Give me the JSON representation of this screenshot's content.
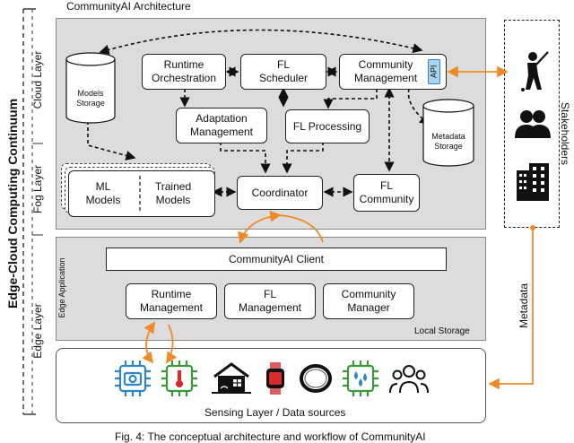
{
  "continuum_label": "Edge-Cloud Computing Continuum",
  "architecture_title": "CommunityAI Architecture",
  "layers": {
    "cloud": "Cloud Layer",
    "fog": "Fog Layer",
    "edge": "Edge Layer"
  },
  "edge_application_label": "Edge Application",
  "local_storage_label": "Local Storage",
  "components": {
    "runtime_orchestration": "Runtime\nOrchestration",
    "fl_scheduler": "FL\nScheduler",
    "community_management": "Community\nManagement",
    "api": "API",
    "models_storage": "Models\nStorage",
    "adaptation_management": "Adaptation\nManagement",
    "fl_processing": "FL Processing",
    "metadata_storage": "Metadata\nStorage",
    "ml_models": "ML\nModels",
    "trained_models": "Trained\nModels",
    "coordinator": "Coordinator",
    "fl_community": "FL\nCommunity",
    "client": "CommunityAI Client",
    "runtime_management": "Runtime\nManagement",
    "fl_management": "FL\nManagement",
    "community_manager": "Community\nManager"
  },
  "sensing_label": "Sensing Layer / Data sources",
  "stakeholders_label": "Stakeholders",
  "metadata_label": "Metadata",
  "caption": "Fig. 4: The conceptual architecture and workflow of CommunityAI",
  "colors": {
    "panel_gray": "#dcdcdc",
    "accent_orange": "#f08a24",
    "icon_blue": "#2e86c8",
    "icon_green": "#3a9a3a",
    "icon_red": "#d92b2b"
  },
  "icons": [
    "camera-chip-icon",
    "thermometer-chip-icon",
    "smart-home-icon",
    "smartwatch-icon",
    "ring-icon",
    "water-chip-icon",
    "community-group-icon",
    "golfer-icon",
    "users-icon",
    "building-icon"
  ]
}
